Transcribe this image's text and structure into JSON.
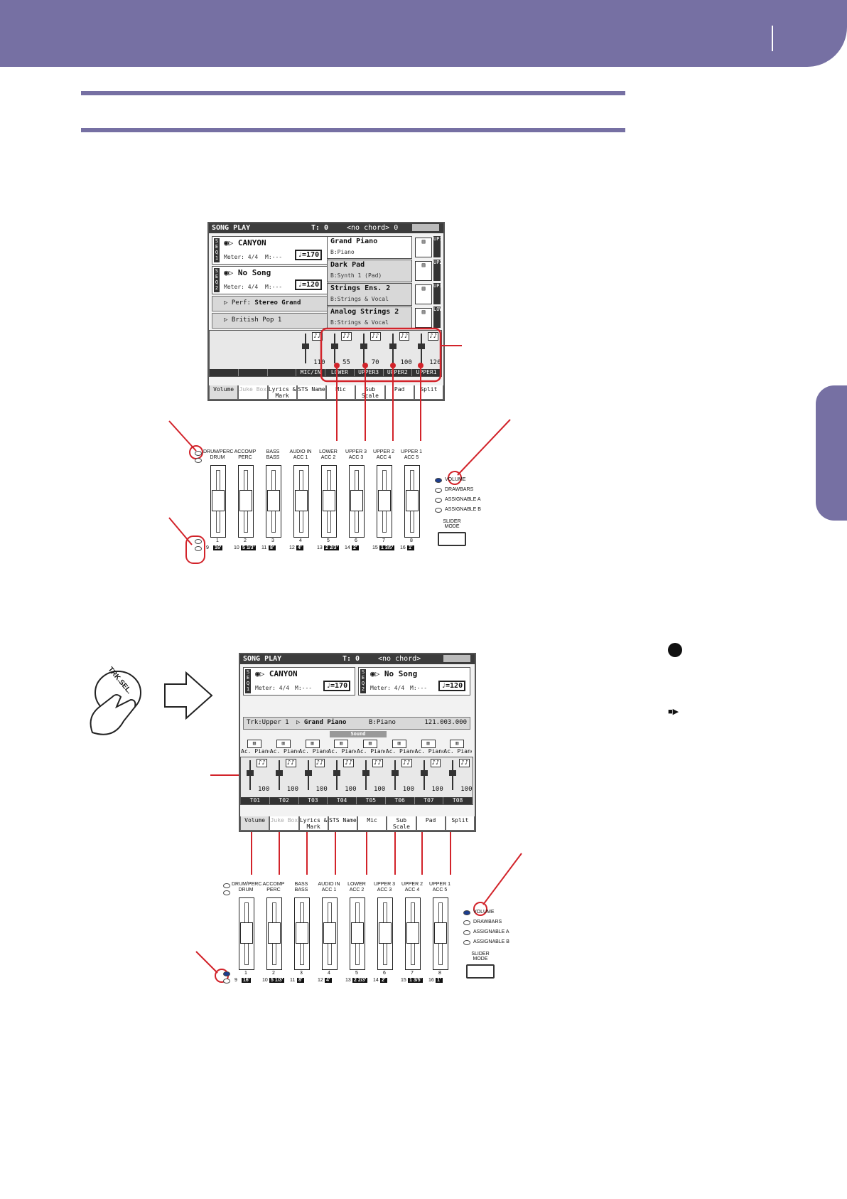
{
  "screen1": {
    "title": "SONG PLAY",
    "tempo_marker": "T: 0",
    "chord": "<no chord> 0",
    "seq1": {
      "song": "CANYON",
      "meter": "Meter: 4/4",
      "measure": "M:---",
      "tempo": "♩=170"
    },
    "seq2": {
      "song": "No Song",
      "meter": "Meter: 4/4",
      "measure": "M:---",
      "tempo": "♩=120"
    },
    "perf": {
      "label": "Perf:",
      "name": "Stereo Grand"
    },
    "style": "British Pop 1",
    "tracks": [
      {
        "name": "Grand Piano",
        "bank": "B:Piano",
        "side": "UP1"
      },
      {
        "name": "Dark Pad",
        "bank": "B:Synth 1 (Pad)",
        "side": "UP2"
      },
      {
        "name": "Strings Ens. 2",
        "bank": "B:Strings & Vocal",
        "side": "UP3"
      },
      {
        "name": "Analog Strings 2",
        "bank": "B:Strings & Vocal",
        "side": "LOW"
      }
    ],
    "mixer_values": [
      "110",
      "55",
      "70",
      "100",
      "120"
    ],
    "mixer_labels": [
      "",
      "",
      "",
      "MIC/IN",
      "LOWER",
      "UPPER3",
      "UPPER2",
      "UPPER1"
    ],
    "tabs": [
      "Volume",
      "Juke Box",
      "Lyrics & Mark",
      "STS Name",
      "Mic",
      "Sub Scale",
      "Pad",
      "Split"
    ]
  },
  "panel1": {
    "channels": [
      {
        "top": "DRUM/PERC",
        "bottom": "DRUM",
        "num": "1",
        "alt": "9",
        "foot": "16'"
      },
      {
        "top": "ACCOMP",
        "bottom": "PERC",
        "num": "2",
        "alt": "10",
        "foot": "5 1/3'"
      },
      {
        "top": "BASS",
        "bottom": "BASS",
        "num": "3",
        "alt": "11",
        "foot": "8'"
      },
      {
        "top": "AUDIO IN",
        "bottom": "ACC 1",
        "num": "4",
        "alt": "12",
        "foot": "4'"
      },
      {
        "top": "LOWER",
        "bottom": "ACC 2",
        "num": "5",
        "alt": "13",
        "foot": "2 2/3'"
      },
      {
        "top": "UPPER 3",
        "bottom": "ACC 3",
        "num": "6",
        "alt": "14",
        "foot": "2'"
      },
      {
        "top": "UPPER 2",
        "bottom": "ACC 4",
        "num": "7",
        "alt": "15",
        "foot": "1 3/5'"
      },
      {
        "top": "UPPER 1",
        "bottom": "ACC 5",
        "num": "8",
        "alt": "16",
        "foot": "1'"
      }
    ],
    "modes": [
      "VOLUME",
      "DRAWBARS",
      "ASSIGNABLE A",
      "ASSIGNABLE B"
    ],
    "slider_mode": "SLIDER MODE"
  },
  "screen2": {
    "title": "SONG PLAY",
    "tempo_marker": "T: 0",
    "chord": "<no chord>",
    "seq1": {
      "song": "CANYON",
      "meter": "Meter: 4/4",
      "measure": "M:---",
      "tempo": "♩=170"
    },
    "seq2": {
      "song": "No Song",
      "meter": "Meter: 4/4",
      "measure": "M:---",
      "tempo": "♩=120"
    },
    "track_info": {
      "prefix": "Trk:Upper 1",
      "sound": "Grand Piano",
      "bank": "B:Piano",
      "code": "121.003.000"
    },
    "sound_label": "Sound",
    "sound_names": [
      "Ac. Piano",
      "Ac. Piano",
      "Ac. Piano",
      "Ac. Piano",
      "Ac. Piano",
      "Ac. Piano",
      "Ac. Piano",
      "Ac. Piano"
    ],
    "mixer_values": [
      "100",
      "100",
      "100",
      "100",
      "100",
      "100",
      "100",
      "100"
    ],
    "mixer_labels": [
      "T01",
      "T02",
      "T03",
      "T04",
      "T05",
      "T06",
      "T07",
      "T08"
    ],
    "tabs": [
      "Volume",
      "Juke Box",
      "Lyrics & Mark",
      "STS Name",
      "Mic",
      "Sub Scale",
      "Pad",
      "Split"
    ]
  },
  "trk_button": "TRK.SEL.",
  "colors": {
    "accent": "#7670a3",
    "callout": "#d2232a"
  }
}
